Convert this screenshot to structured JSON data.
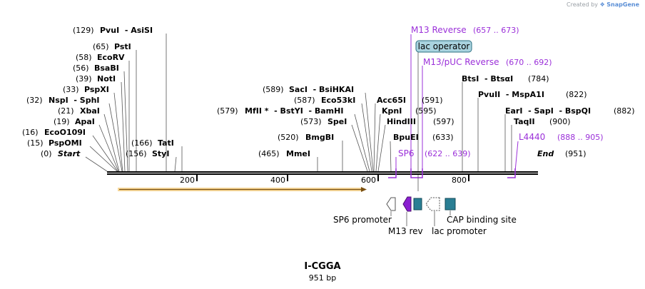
{
  "credit": {
    "prefix": "Created by",
    "brand": "SnapGene"
  },
  "plasmid": {
    "name": "I-CGGA",
    "length_label": "951 bp",
    "length": 951
  },
  "colors": {
    "primer": "#9b30d9",
    "feature_teal": "#2a7f94",
    "arrow_orange": "#e8a020",
    "line": "#000000"
  },
  "ruler": {
    "ticks": [
      {
        "label": "200"
      },
      {
        "label": "400"
      },
      {
        "label": "600"
      },
      {
        "label": "800"
      }
    ]
  },
  "sites": [
    {
      "pos": "(129)",
      "name": "PvuI  - AsiSI"
    },
    {
      "pos": "(65)",
      "name": "PstI"
    },
    {
      "pos": "(58)",
      "name": "EcoRV"
    },
    {
      "pos": "(56)",
      "name": "BsaBI"
    },
    {
      "pos": "(39)",
      "name": "NotI"
    },
    {
      "pos": "(33)",
      "name": "PspXI"
    },
    {
      "pos": "(32)",
      "name": "NspI  - SphI"
    },
    {
      "pos": "(21)",
      "name": "XbaI"
    },
    {
      "pos": "(19)",
      "name": "ApaI"
    },
    {
      "pos": "(16)",
      "name": "EcoO109I"
    },
    {
      "pos": "(15)",
      "name": "PspOMI"
    },
    {
      "pos": "(0)",
      "name": "Start"
    },
    {
      "pos": "(166)",
      "name": "TatI"
    },
    {
      "pos": "(156)",
      "name": "StyI"
    },
    {
      "pos": "(589)",
      "name": "SacI  - BsiHKAI"
    },
    {
      "pos": "(587)",
      "name": "Eco53kI"
    },
    {
      "pos": "(579)",
      "name": "MfII *  - BstYI  - BamHI"
    },
    {
      "pos": "(573)",
      "name": "SpeI"
    },
    {
      "pos": "(520)",
      "name": "BmgBI"
    },
    {
      "pos": "(465)",
      "name": "MmeI"
    },
    {
      "pos": "(591)",
      "name": "Acc65I"
    },
    {
      "pos": "(595)",
      "name": "KpnI"
    },
    {
      "pos": "(597)",
      "name": "HindIII"
    },
    {
      "pos": "(633)",
      "name": "BpuEI"
    },
    {
      "pos": "(784)",
      "name": "BtsI  - BtsαI"
    },
    {
      "pos": "(822)",
      "name": "PvuII  - MspA1I"
    },
    {
      "pos": "(882)",
      "name": "EarI  - SapI  - BspQI"
    },
    {
      "pos": "(900)",
      "name": "TaqII"
    },
    {
      "pos": "(951)",
      "name": "End"
    }
  ],
  "primers": [
    {
      "name": "M13 Reverse",
      "range": "(657 .. 673)"
    },
    {
      "name": "M13/pUC Reverse",
      "range": "(670 .. 692)"
    },
    {
      "name": "SP6",
      "range": "(622 .. 639)"
    },
    {
      "name": "L4440",
      "range": "(888 .. 905)"
    }
  ],
  "features": {
    "lac_operator": "lac operator",
    "sp6_promoter": "SP6 promoter",
    "m13_rev": "M13 rev",
    "lac_promoter": "lac promoter",
    "cap_site": "CAP binding site"
  }
}
